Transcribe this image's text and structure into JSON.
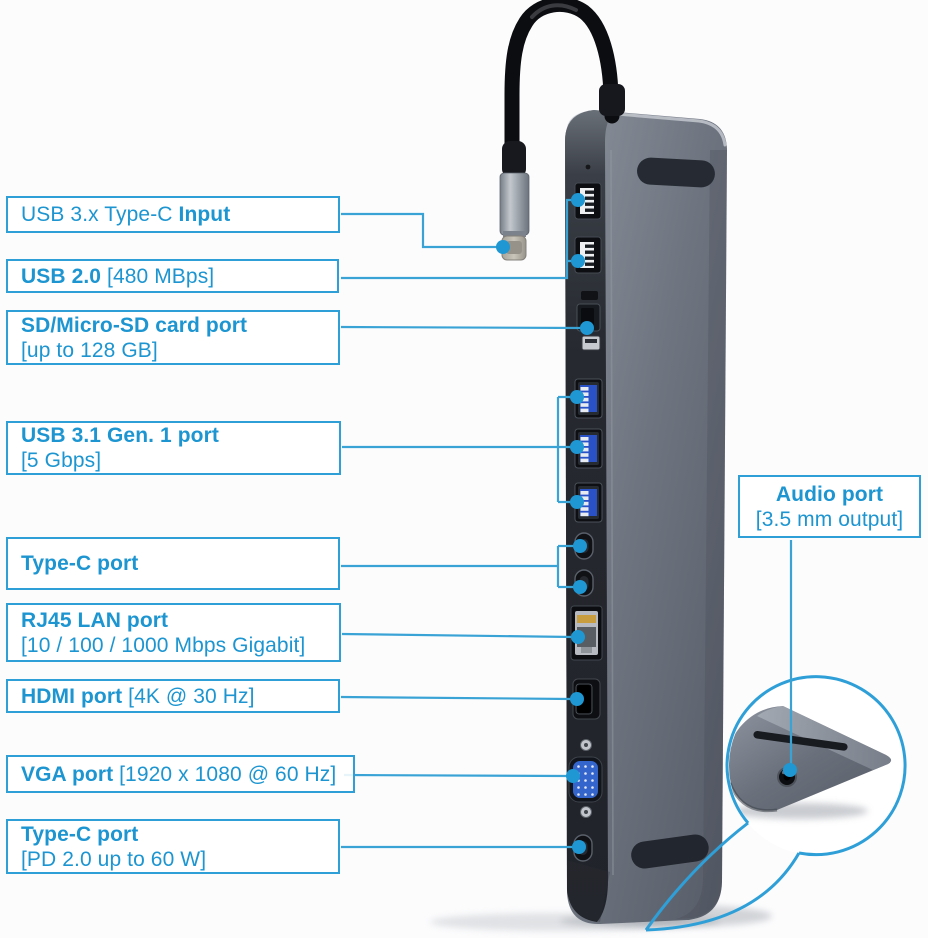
{
  "colors": {
    "accent_line": "#2f9fd8",
    "label_text": "#1c95d1",
    "background": "#fcfcfd",
    "usb3_blue": "#2b51c7",
    "vga_blue": "#3465cd"
  },
  "labels": {
    "usb_c_input": {
      "pre": "USB 3.x Type-C ",
      "bold": "Input",
      "post": ""
    },
    "usb20": {
      "pre": "",
      "bold": "USB 2.0",
      "post": " [480 MBps]"
    },
    "sd_card": {
      "pre": "",
      "bold": "SD/Micro-SD card port",
      "post": "[up to 128 GB]"
    },
    "usb31": {
      "pre": "",
      "bold": "USB 3.1 Gen. 1 port",
      "post": "[5 Gbps]"
    },
    "type_c": {
      "pre": "",
      "bold": "Type-C port",
      "post": ""
    },
    "rj45": {
      "pre": "",
      "bold": "RJ45 LAN port",
      "post": "[10 / 100 / 1000 Mbps Gigabit]"
    },
    "hdmi": {
      "pre": "",
      "bold": "HDMI port",
      "post": " [4K @ 30 Hz]"
    },
    "vga": {
      "pre": "",
      "bold": "VGA port",
      "post": " [1920 x 1080 @ 60 Hz]"
    },
    "type_c_pd": {
      "pre": "",
      "bold": "Type-C port",
      "post": "[PD 2.0 up to 60 W]"
    },
    "audio": {
      "pre": "",
      "bold": "Audio port",
      "post": "[3.5 mm output]"
    }
  }
}
